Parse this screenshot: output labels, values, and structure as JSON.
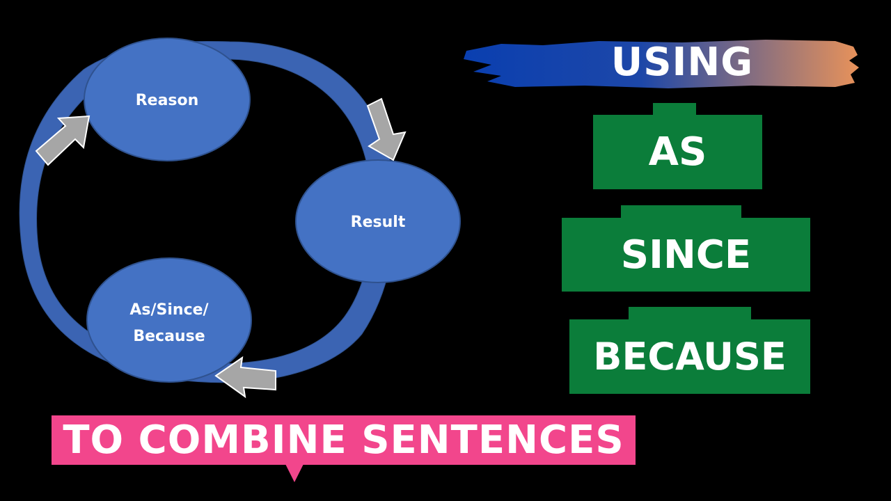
{
  "diagram": {
    "nodes": {
      "reason": "Reason",
      "result": "Result",
      "connector_line1": "As/Since/",
      "connector_line2": "Because"
    },
    "colors": {
      "node_fill": "#4472c4",
      "node_stroke": "#2f528f",
      "ring_fill": "#3b64b3",
      "arrow_fill": "#a6a6a6"
    }
  },
  "heading": {
    "using": "USING",
    "colors": {
      "brush_start": "#0a3fb0",
      "brush_end": "#e8925a"
    }
  },
  "words": [
    "AS",
    "SINCE",
    "BECAUSE"
  ],
  "word_box_color": "#0b7d3a",
  "caption": {
    "text": "TO COMBINE SENTENCES",
    "color": "#f2468c"
  }
}
